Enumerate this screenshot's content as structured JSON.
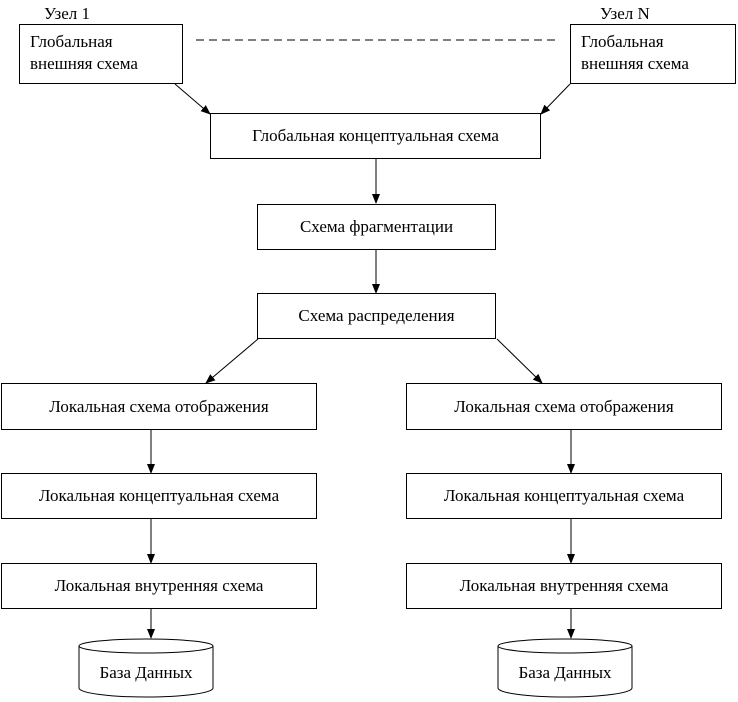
{
  "node_left": {
    "label": "Узел 1",
    "external_schema": [
      "Глобальная",
      "внешняя схема"
    ]
  },
  "node_right": {
    "label": "Узел N",
    "external_schema": [
      "Глобальная",
      "внешняя схема"
    ]
  },
  "global_conceptual": "Глобальная концептуальная схема",
  "fragmentation": "Схема фрагментации",
  "distribution": "Схема распределения",
  "left_branch": {
    "mapping": "Локальная схема отображения",
    "conceptual": "Локальная концептуальная схема",
    "internal": "Локальная внутренняя схема",
    "database": "База Данных"
  },
  "right_branch": {
    "mapping": "Локальная схема отображения",
    "conceptual": "Локальная концептуальная схема",
    "internal": "Локальная внутренняя схема",
    "database": "База Данных"
  }
}
